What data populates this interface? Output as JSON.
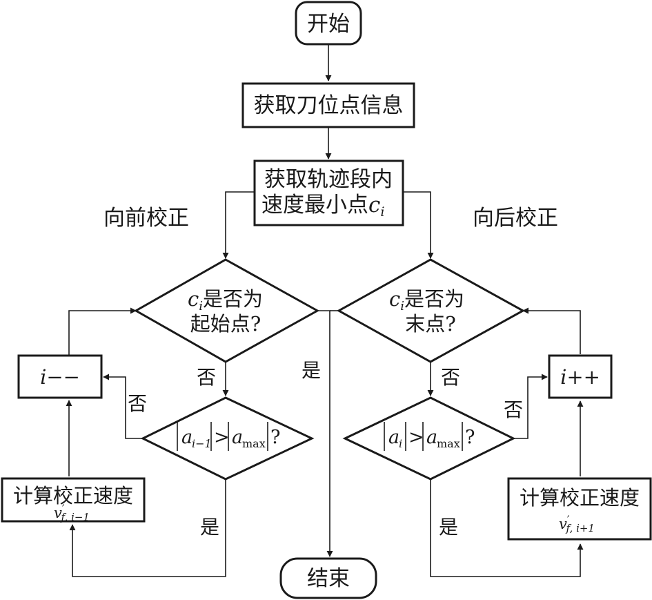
{
  "nodes": {
    "start": "开始",
    "get_points": "获取刀位点信息",
    "get_min_line1": "获取轨迹段内",
    "get_min_line2": "速度最小点",
    "end": "结束",
    "dec": "i−−",
    "inc": "i++",
    "calc_left": "计算校正速度",
    "calc_right": "计算校正速度",
    "left_diamond1_line1_tail": "是否为",
    "left_diamond1_line2": "起始点?",
    "right_diamond1_line1_tail": "是否为",
    "right_diamond1_line2": "末点?"
  },
  "math": {
    "c": "c",
    "c_sub": "i",
    "a": "a",
    "a_sub_left": "i−1",
    "a_sub_right": "i",
    "a_max_sub": "max",
    "gt": ">",
    "q": "?",
    "v": "v",
    "v_prime": "′",
    "v_sub_left": "f, i−1",
    "v_sub_right": "f, i+1"
  },
  "labels": {
    "forward": "向前校正",
    "backward": "向后校正",
    "yes": "是",
    "no": "否"
  },
  "colors": {
    "stroke": "#1a1a1a",
    "background": "#ffffff"
  }
}
